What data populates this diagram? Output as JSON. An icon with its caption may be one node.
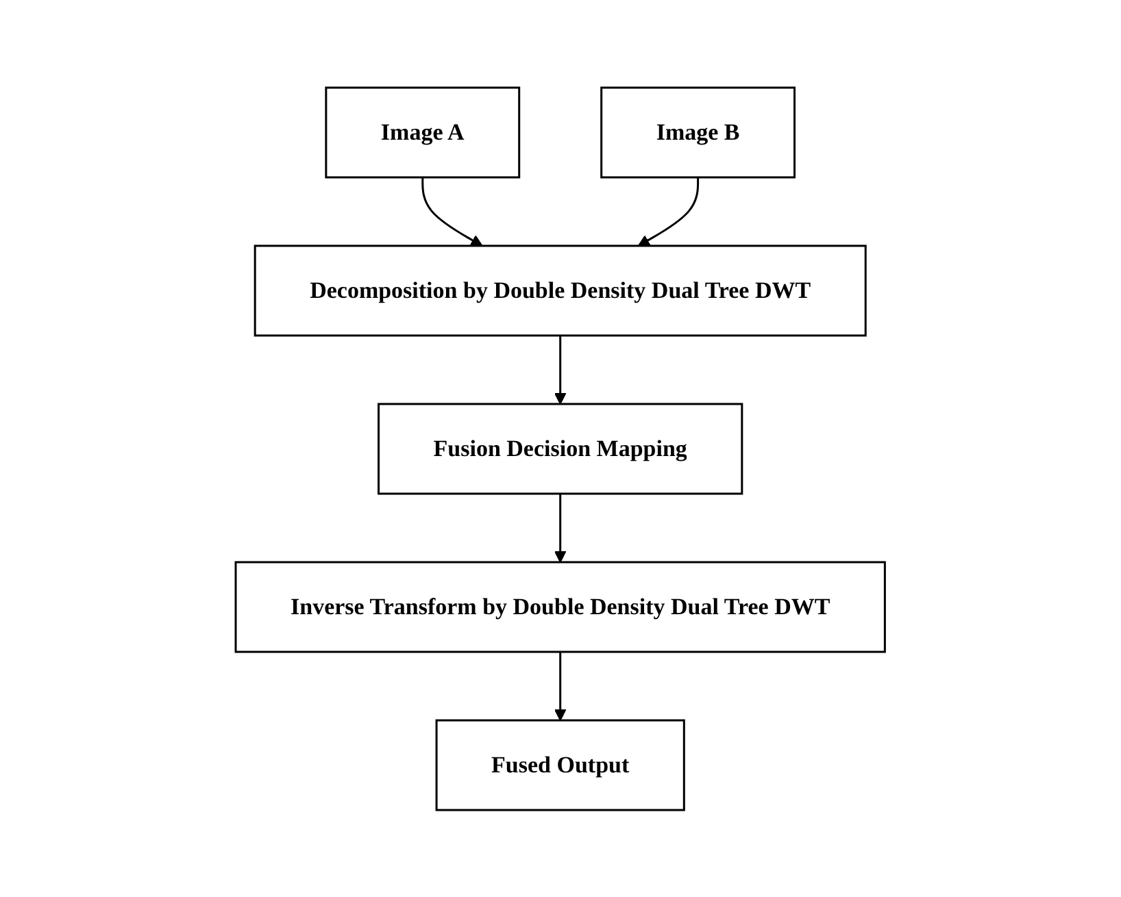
{
  "diagram": {
    "nodes": [
      {
        "text": [
          "Image A"
        ]
      },
      {
        "text": [
          "Image B"
        ]
      },
      {
        "text": [
          "Decomposition by Double Density Dual Tree DWT"
        ]
      },
      {
        "text": [
          "Fusion Decision Mapping"
        ]
      },
      {
        "text": [
          "Inverse Transform by Double Density Dual Tree DWT"
        ]
      },
      {
        "text": [
          "Fused Output"
        ]
      }
    ],
    "edges": [
      {
        "from": 0,
        "to": 2,
        "arrow": "to"
      },
      {
        "from": 1,
        "to": 2,
        "arrow": "to"
      },
      {
        "from": 2,
        "to": 3,
        "arrow": "to"
      },
      {
        "from": 3,
        "to": 4,
        "arrow": "to"
      },
      {
        "from": 4,
        "to": 5,
        "arrow": "to"
      }
    ]
  }
}
